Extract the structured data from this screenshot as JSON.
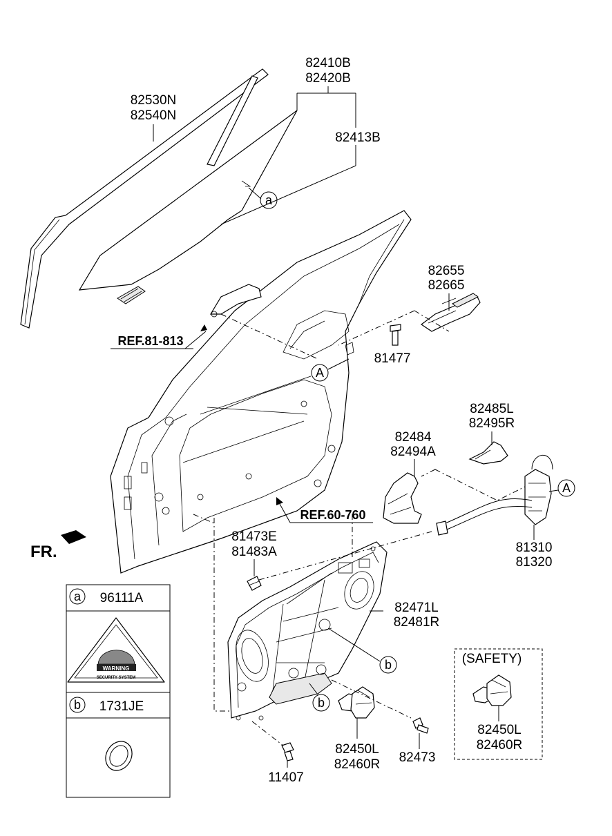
{
  "labels": {
    "l82410": "82410B",
    "l82420": "82420B",
    "l82413": "82413B",
    "l82530": "82530N",
    "l82540": "82540N",
    "l82655": "82655",
    "l82665": "82665",
    "l81477": "81477",
    "l82485": "82485L",
    "l82495": "82495R",
    "l82484": "82484",
    "l82494": "82494A",
    "l81310": "81310",
    "l81320": "81320",
    "l81473": "81473E",
    "l81483": "81483A",
    "l82471": "82471L",
    "l82481": "82481R",
    "l82450a": "82450L",
    "l82460a": "82460R",
    "l82473": "82473",
    "l11407": "11407",
    "l82450b": "82450L",
    "l82460b": "82460R"
  },
  "refs": {
    "ref1": "REF.81-813",
    "ref2": "REF.60-760"
  },
  "callouts": {
    "a": "a",
    "b": "b",
    "A": "A"
  },
  "fr": "FR.",
  "safety": "(SAFETY)",
  "legend": {
    "a_code": "96111A",
    "b_code": "1731JE",
    "sticker_line1": "WARNING",
    "sticker_line2": "SECURITY SYSTEM"
  }
}
